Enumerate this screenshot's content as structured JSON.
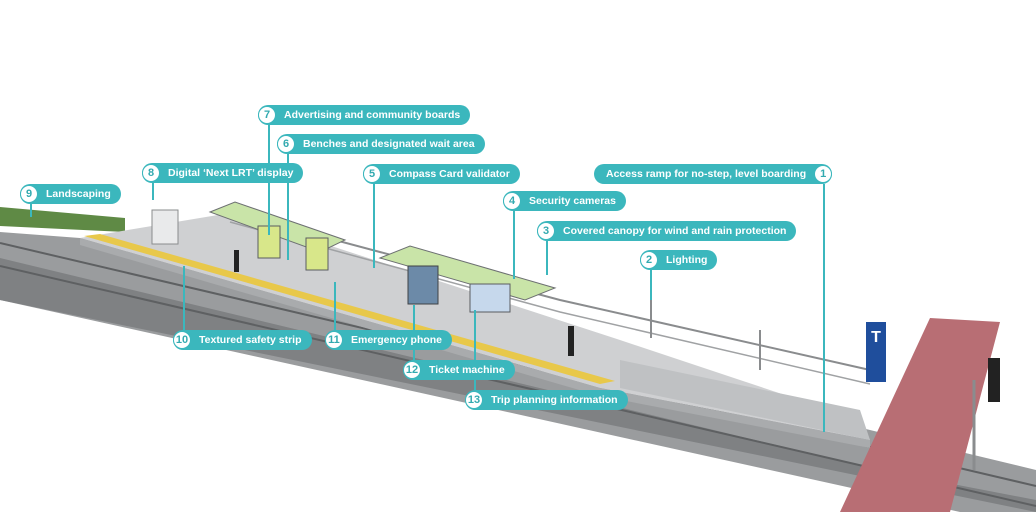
{
  "colors": {
    "accent": "#3bb7bd",
    "platform": "#cfd0d2",
    "track": "#8e9092",
    "safety_strip": "#e8c84a",
    "crosswalk": "#b86e74",
    "landscaping": "#5f8a45",
    "canopy_glass": "#c9e4a8",
    "sign_blue": "#1f4e9c"
  },
  "station_sign": {
    "letter": "T"
  },
  "callouts": [
    {
      "id": "access-ramp",
      "number": "1",
      "label": "Access ramp for no-step, level boarding"
    },
    {
      "id": "lighting",
      "number": "2",
      "label": "Lighting"
    },
    {
      "id": "covered-canopy",
      "number": "3",
      "label": "Covered canopy for wind and rain protection"
    },
    {
      "id": "security-cameras",
      "number": "4",
      "label": "Security cameras"
    },
    {
      "id": "compass-card-validator",
      "number": "5",
      "label": "Compass Card validator"
    },
    {
      "id": "benches",
      "number": "6",
      "label": "Benches and designated wait area"
    },
    {
      "id": "advertising-boards",
      "number": "7",
      "label": "Advertising and community boards"
    },
    {
      "id": "next-lrt-display",
      "number": "8",
      "label": "Digital ‘Next LRT’ display"
    },
    {
      "id": "landscaping",
      "number": "9",
      "label": "Landscaping"
    },
    {
      "id": "textured-safety-strip",
      "number": "10",
      "label": "Textured safety strip"
    },
    {
      "id": "emergency-phone",
      "number": "11",
      "label": "Emergency phone"
    },
    {
      "id": "ticket-machine",
      "number": "12",
      "label": "Ticket machine"
    },
    {
      "id": "trip-planning-info",
      "number": "13",
      "label": "Trip planning information"
    }
  ]
}
